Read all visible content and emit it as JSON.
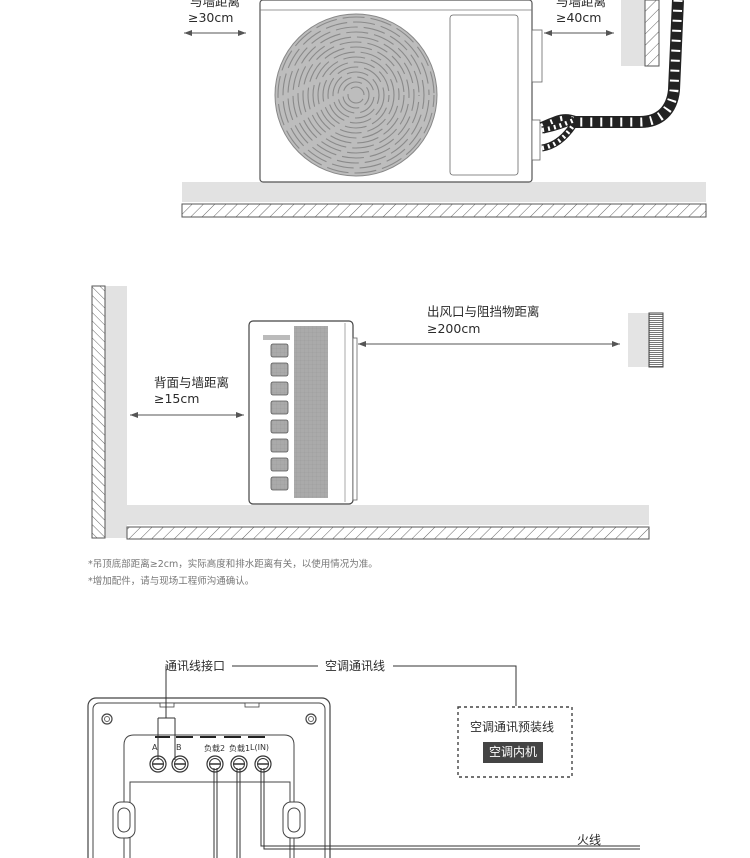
{
  "section1": {
    "left_clearance": {
      "title": "与墙距离",
      "value": "≥30cm"
    },
    "right_clearance": {
      "title": "与墙距离",
      "value": "≥40cm"
    }
  },
  "section2": {
    "outlet_clearance": {
      "title": "出风口与阻挡物距离",
      "value": "≥200cm"
    },
    "back_clearance": {
      "title": "背面与墙距离",
      "value": "≥15cm"
    }
  },
  "notes": [
    "*吊顶底部距离≥2cm，实际高度和排水距离有关，以使用情况为准。",
    "*增加配件，请与现场工程师沟通确认。"
  ],
  "wiring": {
    "comm_port_label": "通讯线接口",
    "ac_comm_line_label": "空调通讯线",
    "preinstalled_label": "空调通讯预装线",
    "indoor_unit_label": "空调内机",
    "terminals": [
      "A",
      "B",
      "负载2",
      "负载1",
      "L(IN)"
    ],
    "live_wire_label": "火线"
  },
  "colors": {
    "line": "#555555",
    "wall_fill": "#e4e4e4",
    "fan_fill": "#b9b9b9",
    "indoor_box": "#444444"
  }
}
